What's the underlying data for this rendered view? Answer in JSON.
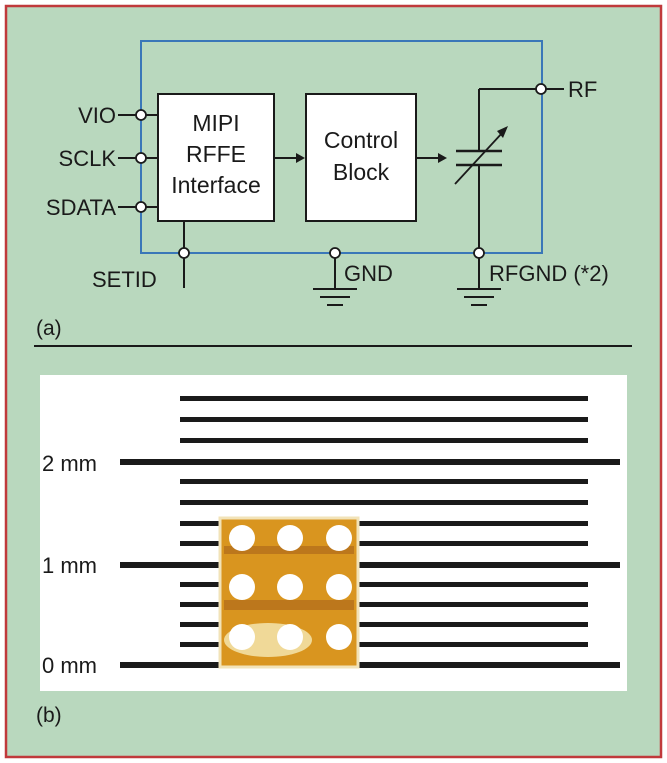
{
  "panel_a": {
    "caption": "(a)",
    "blocks": {
      "mipi": [
        "MIPI",
        "RFFE",
        "Interface"
      ],
      "control": [
        "Control",
        "Block"
      ]
    },
    "pins": {
      "vio": "VIO",
      "sclk": "SCLK",
      "sdata": "SDATA",
      "setid": "SETID",
      "gnd": "GND",
      "rfgnd": "RFGND (*2)",
      "rf": "RF"
    }
  },
  "panel_b": {
    "caption": "(b)",
    "scale_labels": [
      "2 mm",
      "1 mm",
      "0 mm"
    ]
  },
  "colors": {
    "background": "#b9d8be",
    "border": "#c0393b",
    "chip_boundary": "#3a77b8",
    "line": "#1a1a1a",
    "photo_background": "#ffffff",
    "die": "#d9951f",
    "bump": "#ffffff"
  }
}
